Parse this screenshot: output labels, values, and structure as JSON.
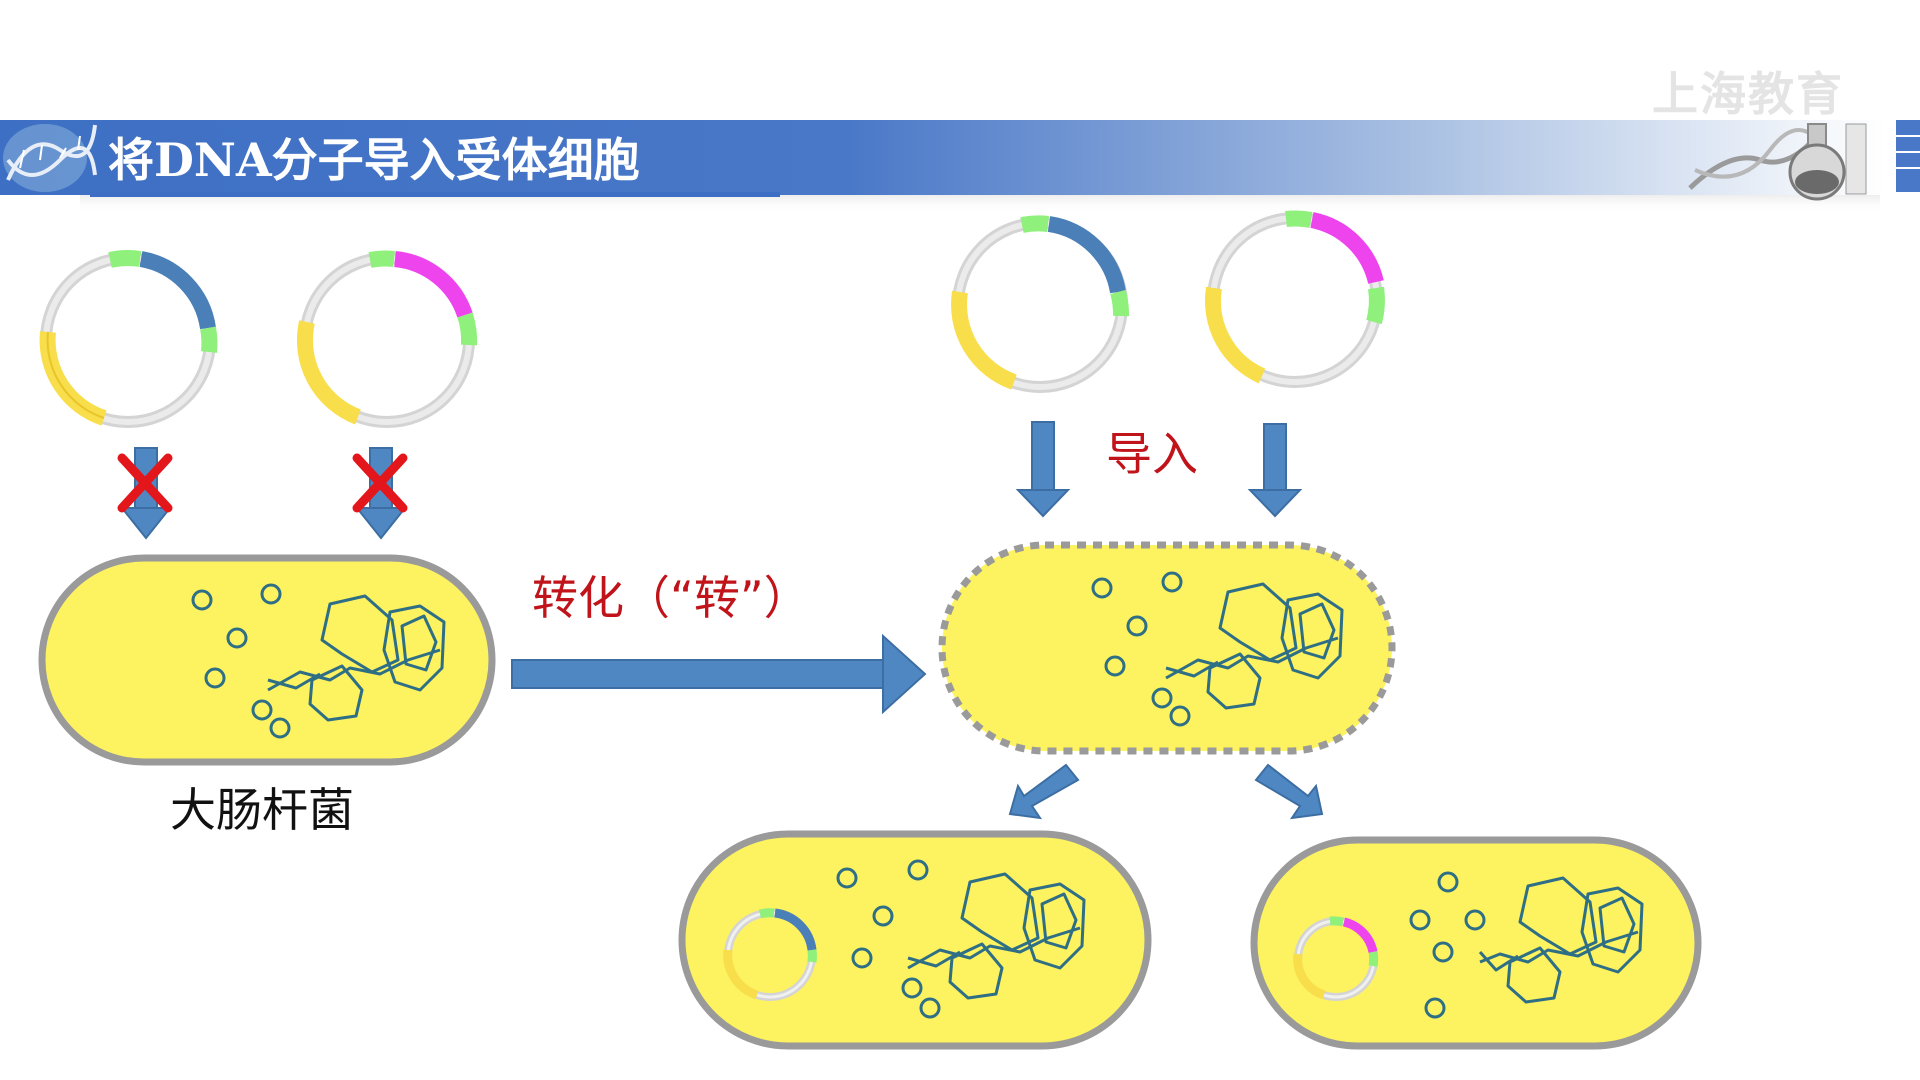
{
  "header": {
    "title": "将DNA分子导入受体细胞",
    "watermark": "上海教育"
  },
  "labels": {
    "ecoli": "大肠杆菌",
    "transform": "转化（“转”）",
    "import": "导入"
  },
  "colors": {
    "banner_dark": "#3d6fc4",
    "banner_light": "#ffffff",
    "cell_fill": "#fdf25f",
    "cell_border": "#9a9a9a",
    "arrow": "#4f87c3",
    "arrow_dark": "#3c6ea3",
    "chromosome": "#2f6f85",
    "plasmid_gray": "#d4d4d4",
    "plasmid_yellow": "#f9de4b",
    "plasmid_blue": "#4a7fb8",
    "plasmid_green": "#8ff07c",
    "plasmid_magenta": "#ee44ee",
    "cross": "#e3161c",
    "label_red": "#c0141a"
  },
  "icons": [
    "cross-icon",
    "dna-helix-icon",
    "flask-icon"
  ]
}
